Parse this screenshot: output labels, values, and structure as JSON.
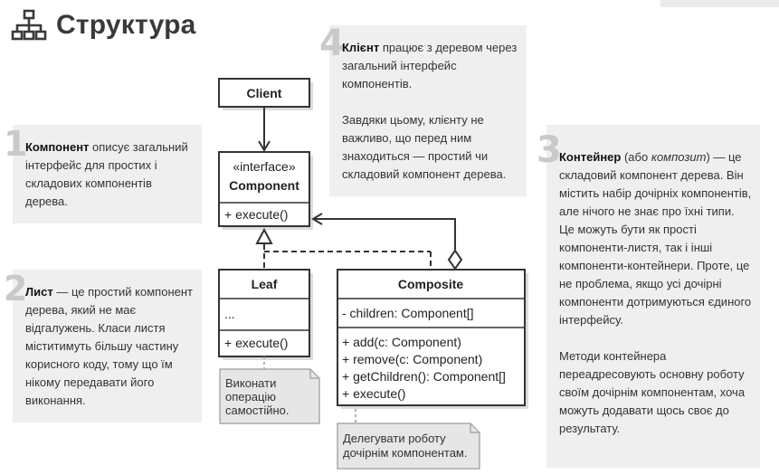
{
  "header": {
    "title": "Структура",
    "icon": "hierarchy-icon"
  },
  "notes": {
    "component": {
      "number": "1",
      "term": "Компонент",
      "text": " описує загальний інтерфейс для простих і складових компонентів дерева."
    },
    "leaf": {
      "number": "2",
      "term": "Лист",
      "text": " — це простий компонент дерева, який не має відгалужень. Класи листя міститимуть більшу частину корисного коду, тому що їм нікому передавати його виконання."
    },
    "container": {
      "number": "3",
      "term": "Контейнер",
      "text_before": " (або ",
      "italic": "композит",
      "text_after": ") — це складовий компонент дерева. Він містить набір дочірніх компонентів, але нічого не знає про їхні типи. Це можуть бути як прості компоненти-листя, так і інші компоненти-контейнери. Проте, це не проблема, якщо усі дочірні компоненти дотримуються єдиного інтерфейсу.",
      "paragraph2": "Методи контейнера переадресовують основну роботу своїм дочірнім компонентам, хоча можуть додавати щось своє до результату."
    },
    "client": {
      "number": "4",
      "term": "Клієнт",
      "text": " працює з деревом через загальний інтерфейс компонентів.",
      "paragraph2": "Завдяки цьому, клієнту не важливо, що перед ним знаходиться — простий чи складовий компонент дерева."
    }
  },
  "uml": {
    "client": {
      "name": "Client"
    },
    "component": {
      "stereotype": "«interface»",
      "name": "Component",
      "methods": [
        "+ execute()"
      ]
    },
    "leaf": {
      "name": "Leaf",
      "fields": [
        "..."
      ],
      "methods": [
        "+ execute()"
      ]
    },
    "composite": {
      "name": "Composite",
      "fields": [
        "- children: Component[]"
      ],
      "methods": [
        "+ add(c: Component)",
        "+ remove(c: Component)",
        "+ getChildren(): Component[]",
        "+ execute()"
      ]
    },
    "leaf_note": [
      "Виконати",
      "операцію",
      "самостійно."
    ],
    "composite_note": [
      "Делегувати роботу",
      "дочірнім компонентам."
    ]
  }
}
